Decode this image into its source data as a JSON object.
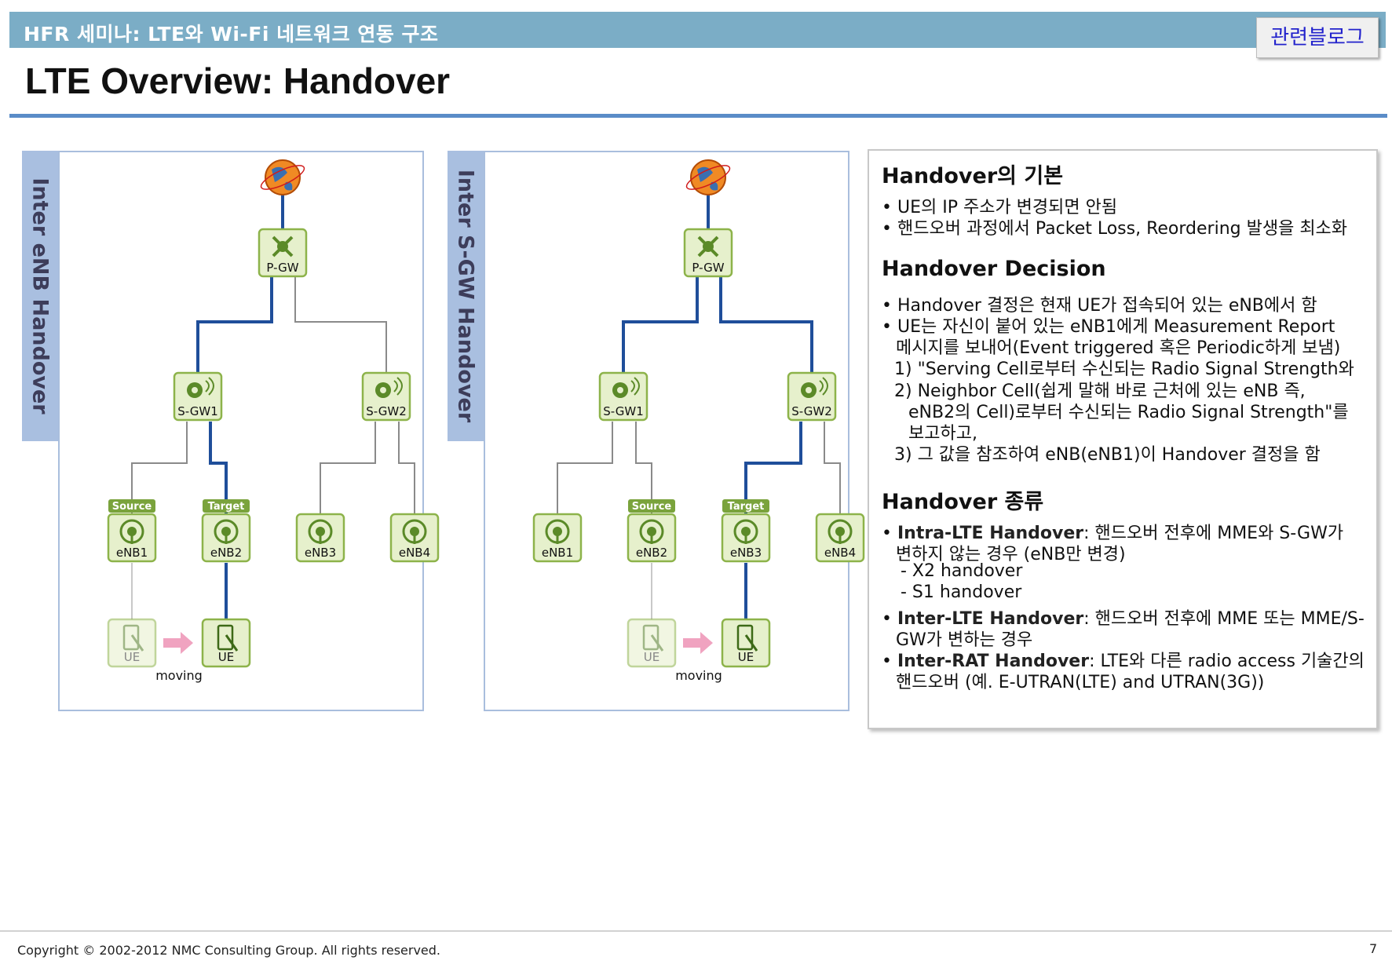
{
  "header": {
    "bar_text": "HFR 세미나: LTE와 Wi-Fi 네트워크 연동 구조",
    "blog_button": "관련블로그",
    "title": "LTE Overview: Handover"
  },
  "diagrams": [
    {
      "tab": "Inter eNB Handover",
      "pgw": "P-GW",
      "sgws": [
        "S-GW1",
        "S-GW2"
      ],
      "enbs": [
        "eNB1",
        "eNB2",
        "eNB3",
        "eNB4"
      ],
      "source_tag": "Source",
      "target_tag": "Target",
      "ue": "UE",
      "moving": "moving"
    },
    {
      "tab": "Inter S-GW Handover",
      "pgw": "P-GW",
      "sgws": [
        "S-GW1",
        "S-GW2"
      ],
      "enbs": [
        "eNB1",
        "eNB2",
        "eNB3",
        "eNB4"
      ],
      "source_tag": "Source",
      "target_tag": "Target",
      "ue": "UE",
      "moving": "moving"
    }
  ],
  "info": {
    "basics": {
      "heading": "Handover의 기본",
      "b1": "UE의 IP 주소가 변경되면 안됨",
      "b2": "핸드오버 과정에서 Packet Loss, Reordering 발생을 최소화"
    },
    "decision": {
      "heading": "Handover Decision",
      "b1": "Handover 결정은 현재 UE가 접속되어 있는 eNB에서 함",
      "b2_l1": "UE는 자신이 붙어 있는 eNB1에게 Measurement Report",
      "b2_l2": "메시지를 보내어(Event triggered 혹은 Periodic하게 보냄)",
      "s1": "1) \"Serving Cell로부터 수신되는 Radio Signal Strength와",
      "s2_l1": "2) Neighbor Cell(쉽게 말해 바로 근처에 있는 eNB 즉,",
      "s2_l2": "eNB2의 Cell)로부터 수신되는 Radio Signal Strength\"를",
      "s2_l3": "보고하고,",
      "s3": "3) 그 값을 참조하여 eNB(eNB1)이 Handover 결정을 함"
    },
    "types": {
      "heading": "Handover 종류",
      "intra_label": "Intra-LTE Handover",
      "intra_l1": ": 핸드오버 전후에 MME와 S-GW가",
      "intra_l2": "변하지 않는 경우 (eNB만 변경)",
      "x2": "- X2 handover",
      "s1": "- S1 handover",
      "inter_label": "Inter-LTE Handover",
      "inter_l1": ": 핸드오버 전후에 MME 또는 MME/S-",
      "inter_l2": "GW가 변하는 경우",
      "rat_label": "Inter-RAT Handover",
      "rat_l1": ": LTE와 다른 radio access 기술간의",
      "rat_l2": "핸드오버 (예. E-UTRAN(LTE) and UTRAN(3G))"
    }
  },
  "footer": {
    "copyright": "Copyright © 2002-2012 NMC Consulting Group. All rights reserved.",
    "page": "7"
  },
  "colors": {
    "bar": "#7badc6",
    "rule": "#5a8cc8",
    "active_link": "#1f4e9a",
    "inactive_link": "#8a8a8a",
    "node_fill": "#e6f0cc",
    "node_border": "#8db34a",
    "arrow": "#f0a3c0"
  }
}
